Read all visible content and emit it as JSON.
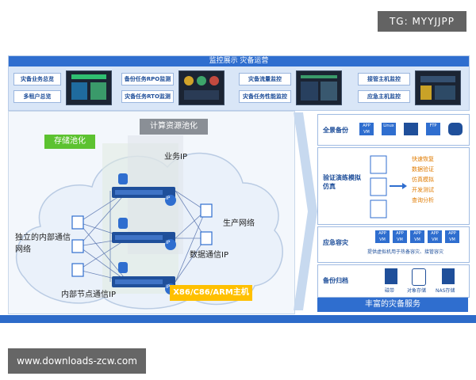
{
  "watermark_top": "TG: MYYJJPP",
  "watermark_bottom": "www.downloads-zcw.com",
  "banner": {
    "title": "监控展示 灾备运营",
    "buttons": [
      "灾备业务总览",
      "多租户总览",
      "备份任务RPO监测",
      "灾备任务RTO监测",
      "灾备流量监控",
      "灾备任务性能监控",
      "接管主机监控",
      "应急主机监控"
    ]
  },
  "diagram": {
    "storage_pool": "存储池化",
    "compute_pool": "计算资源池化",
    "business_ip": "业务IP",
    "production_network": "生产网络",
    "independent_network": "独立的内部通信网络",
    "data_comm_ip": "数据通信IP",
    "internal_node_ip": "内部节点通信IP",
    "host_platform": "X86/C86/ARM主机",
    "ip_badge": "IP"
  },
  "right": {
    "panel1": {
      "label": "全景备份",
      "icons": [
        {
          "top": "APP",
          "bottom": "VM"
        },
        {
          "top": "",
          "bottom": "Linux"
        },
        {
          "top": "",
          "bottom": ""
        },
        {
          "top": "FTP",
          "bottom": ""
        },
        {
          "top": "",
          "bottom": ""
        }
      ]
    },
    "panel2": {
      "label": "验证演练模拟仿真",
      "items": [
        "快速恢复",
        "数据验证",
        "仿真模拟",
        "开发测试",
        "查询分析"
      ]
    },
    "panel3": {
      "label": "应急容灾",
      "icon_top": "APP",
      "icon_bottom": "VM",
      "caption": "提供虚拟机用于热备容灾、接管容灾"
    },
    "panel4": {
      "label": "备份归档",
      "items": [
        "磁带",
        "对象存储",
        "NAS存储"
      ]
    },
    "footer": "丰富的灾备服务"
  },
  "colors": {
    "primary_blue": "#2f6ecf",
    "green": "#5cc230",
    "yellow": "#ffc000",
    "orange_text": "#e07b00",
    "gray_tag": "#8a8f96"
  }
}
